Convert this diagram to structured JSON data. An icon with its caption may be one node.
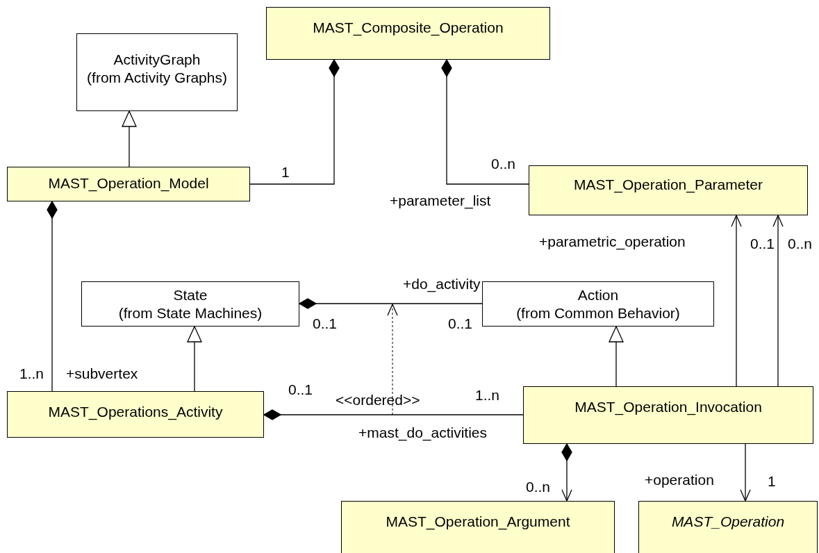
{
  "diagram": {
    "nodes": [
      {
        "text": [
          "MAST_Composite_Operation"
        ]
      },
      {
        "text": [
          "ActivityGraph",
          "(from Activity Graphs)"
        ]
      },
      {
        "text": [
          "MAST_Operation_Model"
        ]
      },
      {
        "text": [
          "MAST_Operation_Parameter"
        ]
      },
      {
        "text": [
          "State",
          "(from State Machines)"
        ]
      },
      {
        "text": [
          "Action",
          "(from Common Behavior)"
        ]
      },
      {
        "text": [
          "MAST_Operations_Activity"
        ]
      },
      {
        "text": [
          "MAST_Operation_Invocation"
        ]
      },
      {
        "text": [
          "MAST_Operation_Argument"
        ]
      },
      {
        "text": [
          "*MAST_Operation*"
        ]
      }
    ],
    "edges": [
      {
        "from": 2,
        "to": 1,
        "arrow": "to"
      },
      {
        "from": 0,
        "to": 2,
        "arrow": "other"
      },
      {
        "from": 0,
        "to": 3,
        "arrow": "other"
      },
      {
        "from": 2,
        "to": 6,
        "arrow": "other"
      },
      {
        "from": 6,
        "to": 4,
        "arrow": "to"
      },
      {
        "from": 4,
        "to": 5,
        "arrow": "other"
      },
      {
        "from": 7,
        "to": 5,
        "arrow": "to"
      },
      {
        "from": 6,
        "to": 7,
        "arrow": "other"
      },
      {
        "from": 7,
        "to": 3,
        "arrow": "to"
      },
      {
        "from": 7,
        "to": 3,
        "arrow": "to"
      },
      {
        "from": 7,
        "to": 8,
        "arrow": "to"
      },
      {
        "from": 7,
        "to": 9,
        "arrow": "to"
      }
    ],
    "labels": [
      "1",
      "0..n",
      "+parameter_list",
      "+parametric_operation",
      "0..1",
      "0..n",
      "+do_activity",
      "0..1",
      "0..1",
      "1..n",
      "+subvertex",
      "0..1",
      "<<ordered>>",
      "1..n",
      "+mast_do_activities",
      "+operation",
      "0..n",
      "1"
    ]
  }
}
